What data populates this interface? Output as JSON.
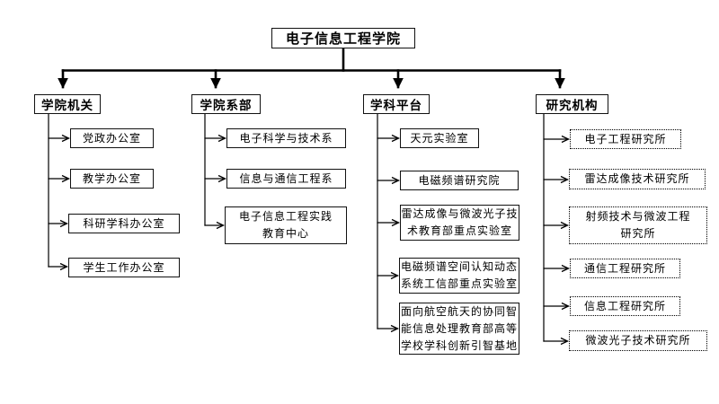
{
  "page": {
    "background": "#ffffff",
    "line_color": "#000000",
    "box_border_color": "#111111"
  },
  "diagram": {
    "root_label": "电子信息工程学院",
    "branches": [
      {
        "label": "学院机关",
        "box_style": "solid",
        "children": [
          "党政办公室",
          "教学办公室",
          "科研学科办公室",
          "学生工作办公室"
        ]
      },
      {
        "label": "学院系部",
        "box_style": "solid",
        "children": [
          "电子科学与技术系",
          "信息与通信工程系",
          "电子信息工程实践教育中心"
        ]
      },
      {
        "label": "学科平台",
        "box_style": "solid",
        "children": [
          "天元实验室",
          "电磁频谱研究院",
          "雷达成像与微波光子技术教育部重点实验室",
          "电磁频谱空间认知动态系统工信部重点实验室",
          "面向航空航天的协同智能信息处理教育部高等学校学科创新引智基地"
        ]
      },
      {
        "label": "研究机构",
        "box_style": "dotted",
        "children": [
          "电子工程研究所",
          "雷达成像技术研究所",
          "射频技术与微波工程研究所",
          "通信工程研究所",
          "信息工程研究所",
          "微波光子技术研究所"
        ]
      }
    ]
  }
}
